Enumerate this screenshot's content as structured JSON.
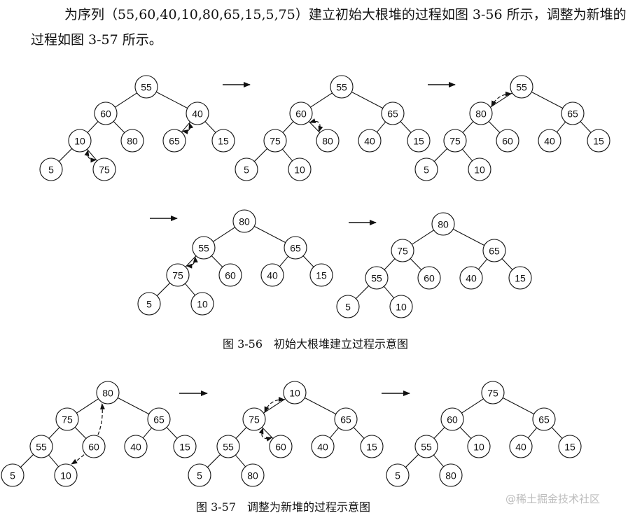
{
  "text": {
    "intro_line1": "为序列（55,60,40,10,80,65,15,5,75）建立初始大根堆的过程如图 3-56 所示，调整为新堆的",
    "intro_line2": "过程如图 3-57 所示。",
    "caption_3_56": "图 3-56　初始大根堆建立过程示意图",
    "caption_3_57": "图 3-57　调整为新堆的过程示意图",
    "watermark": "@稀土掘金技术社区"
  },
  "figure_3_56": {
    "trees": [
      {
        "label": "tree-1",
        "values": [
          "55",
          "60",
          "40",
          "10",
          "80",
          "65",
          "15",
          "5",
          "75"
        ]
      },
      {
        "label": "tree-2",
        "values": [
          "55",
          "60",
          "65",
          "75",
          "80",
          "40",
          "15",
          "5",
          "10"
        ]
      },
      {
        "label": "tree-3",
        "values": [
          "55",
          "80",
          "65",
          "75",
          "60",
          "40",
          "15",
          "5",
          "10"
        ]
      },
      {
        "label": "tree-4",
        "values": [
          "80",
          "55",
          "65",
          "75",
          "60",
          "40",
          "15",
          "5",
          "10"
        ]
      },
      {
        "label": "tree-5",
        "values": [
          "80",
          "75",
          "65",
          "55",
          "60",
          "40",
          "15",
          "5",
          "10"
        ]
      }
    ]
  },
  "figure_3_57": {
    "trees": [
      {
        "label": "tree-1",
        "values": [
          "80",
          "75",
          "65",
          "55",
          "60",
          "40",
          "15",
          "5",
          "10"
        ]
      },
      {
        "label": "tree-2",
        "values": [
          "10",
          "75",
          "65",
          "55",
          "60",
          "40",
          "15",
          "5",
          "80"
        ]
      },
      {
        "label": "tree-3",
        "values": [
          "75",
          "60",
          "65",
          "55",
          "10",
          "40",
          "15",
          "5",
          "80"
        ]
      }
    ]
  }
}
